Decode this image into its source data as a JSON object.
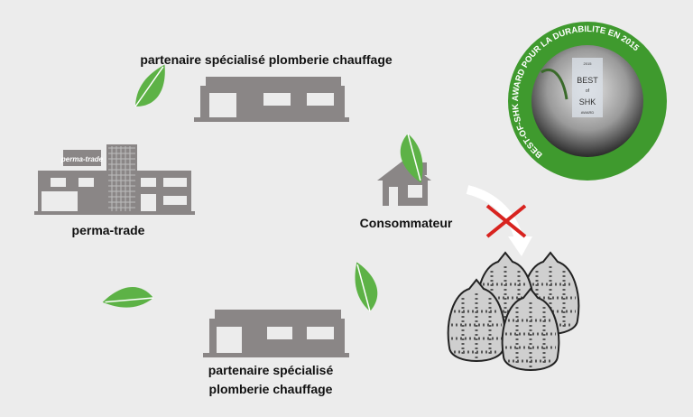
{
  "labels": {
    "partner_top": "partenaire spécialisé plomberie chauffage",
    "perma_trade": "perma-trade",
    "consumer": "Consommateur",
    "partner_bottom_line1": "partenaire spécialisé",
    "partner_bottom_line2": "plomberie chauffage"
  },
  "building_sign": "perma-trade",
  "award": {
    "ring_text": "BEST-OF-SHK AWARD POUR LA DURABILITE EN 2015",
    "trophy_line1": "BEST",
    "trophy_line2": "of",
    "trophy_line3": "SHK",
    "trophy_line4": "AWARD",
    "trophy_year": "2015"
  },
  "colors": {
    "background": "#ececec",
    "building": "#8a8686",
    "leaf": "#5db246",
    "ring": "#3f9a2e",
    "cross": "#d8231f"
  }
}
